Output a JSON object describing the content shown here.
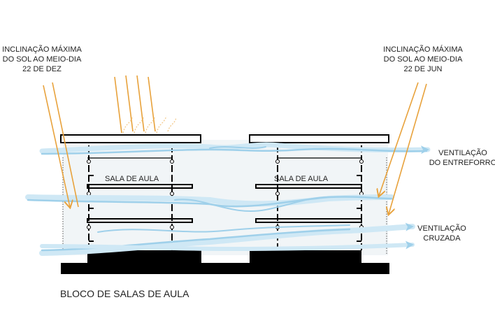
{
  "labels": {
    "sun_left": [
      "INCLINAÇÃO MÁXIMA",
      "DO SOL AO MEIO-DIA",
      "22 DE DEZ"
    ],
    "sun_right": [
      "INCLINAÇÃO MÁXIMA",
      "DO SOL AO MEIO-DIA",
      "22 DE JUN"
    ],
    "vent_ceiling": [
      "VENTILAÇÃO",
      "DO ENTREFORRO"
    ],
    "vent_cross": [
      "VENTILAÇÃO",
      "CRUZADA"
    ],
    "room_left": "SALA DE AULA",
    "room_right": "SALA DE AULA",
    "block_title": "BLOCO DE SALAS DE AULA"
  },
  "colors": {
    "sun_ray": "#e8a23c",
    "airflow": "#9fd0ea",
    "airflow_light": "#cfe8f5",
    "structure": "#000000",
    "building_fill": "#f1f5f7"
  }
}
